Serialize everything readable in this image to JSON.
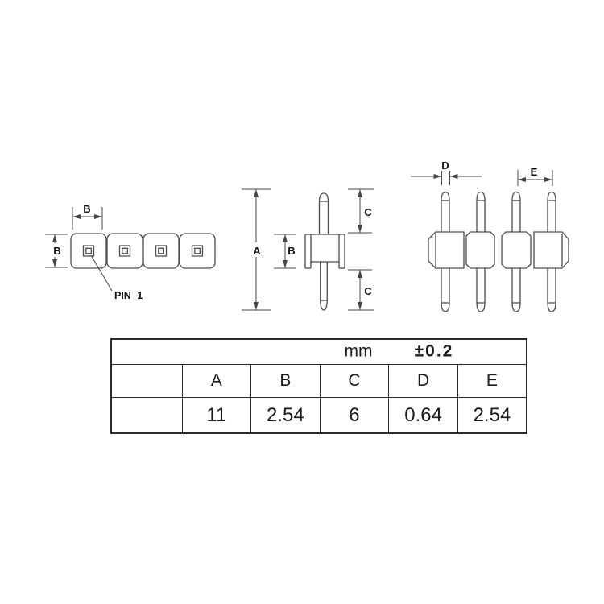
{
  "views": {
    "top_view": {
      "dim_width": "B",
      "dim_height": "B",
      "pin1_label": "PIN 1"
    },
    "side_view": {
      "dim_total_height": "A",
      "dim_body_height": "B",
      "dim_pin_top": "C",
      "dim_pin_bottom": "C"
    },
    "front_view": {
      "dim_pin_width": "D",
      "dim_pitch": "E"
    }
  },
  "table": {
    "unit": "mm",
    "tolerance": "±0.2",
    "columns": [
      "A",
      "B",
      "C",
      "D",
      "E"
    ],
    "values": [
      "11",
      "2.54",
      "6",
      "0.64",
      "2.54"
    ]
  },
  "colors": {
    "background": "#ffffff",
    "line": "#4c4c4c",
    "text": "#141414"
  }
}
